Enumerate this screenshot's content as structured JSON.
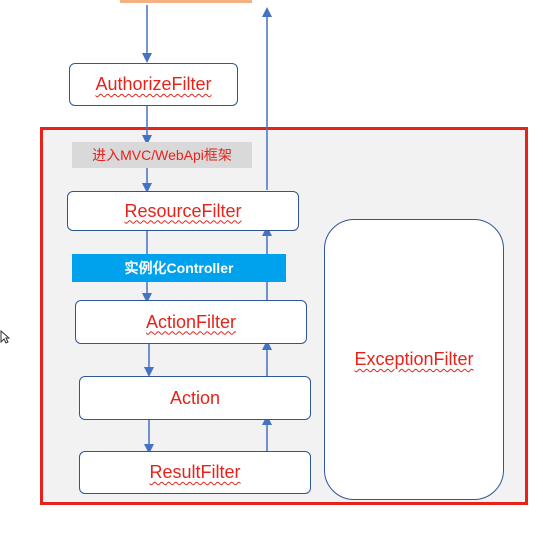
{
  "colors": {
    "frame_border": "#e5231b",
    "node_border": "#2f5597",
    "arrow": "#4472c4",
    "text_red": "#e5231b",
    "blue_tag": "#00a2ed",
    "gray_tag": "#d9d9d9"
  },
  "nodes": {
    "authorize_filter": "AuthorizeFilter",
    "resource_filter": "ResourceFilter",
    "action_filter": "ActionFilter",
    "action": "Action",
    "result_filter": "ResultFilter",
    "exception_filter": "ExceptionFilter"
  },
  "tags": {
    "enter_framework": "进入MVC/WebApi框架",
    "instantiate_controller": "实例化Controller"
  },
  "icons": {
    "cursor": "mouse-cursor-icon"
  }
}
